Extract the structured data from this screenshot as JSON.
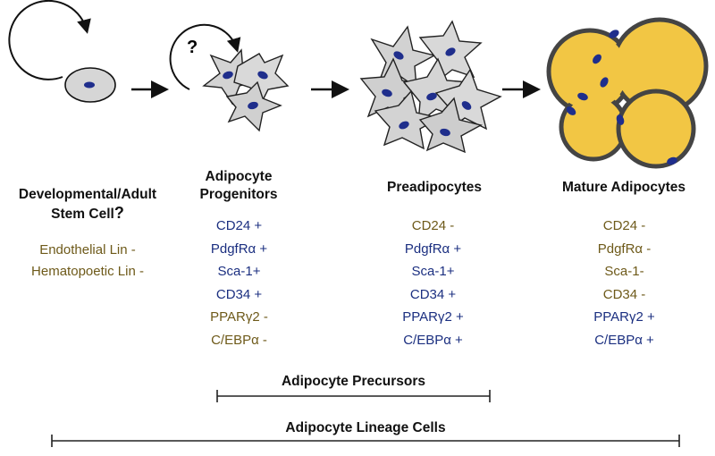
{
  "stages": [
    {
      "title": "Developmental/Adult\nStem Cell",
      "qmark": "?"
    },
    {
      "title": "Adipocyte\nProgenitors",
      "qmark": "?"
    },
    {
      "title": "Preadipocytes"
    },
    {
      "title": "Mature Adipocytes"
    }
  ],
  "stem_lineage": [
    "Endothelial Lin -",
    "Hematopoetic Lin -"
  ],
  "markers": {
    "progenitors": [
      {
        "text": "CD24 +",
        "state": "positive"
      },
      {
        "text": "PdgfRα +",
        "state": "positive"
      },
      {
        "text": "Sca-1+",
        "state": "positive"
      },
      {
        "text": "CD34 +",
        "state": "positive"
      },
      {
        "text": "PPARγ2 -",
        "state": "negative"
      },
      {
        "text": "C/EBPα -",
        "state": "negative"
      }
    ],
    "preadipocytes": [
      {
        "text": "CD24 -",
        "state": "negative"
      },
      {
        "text": "PdgfRα +",
        "state": "positive"
      },
      {
        "text": "Sca-1+",
        "state": "positive"
      },
      {
        "text": "CD34 +",
        "state": "positive"
      },
      {
        "text": "PPARγ2 +",
        "state": "positive"
      },
      {
        "text": "C/EBPα +",
        "state": "positive"
      }
    ],
    "mature": [
      {
        "text": "CD24 -",
        "state": "negative"
      },
      {
        "text": "PdgfRα -",
        "state": "negative"
      },
      {
        "text": "Sca-1-",
        "state": "negative"
      },
      {
        "text": "CD34 -",
        "state": "negative"
      },
      {
        "text": "PPARγ2 +",
        "state": "positive"
      },
      {
        "text": "C/EBPα +",
        "state": "positive"
      }
    ]
  },
  "brackets": {
    "precursors": "Adipocyte Precursors",
    "lineage": "Adipocyte Lineage Cells"
  },
  "colors": {
    "positive": "#1b2f80",
    "negative": "#6e5a1a",
    "cell_fill": "#d6d6d6",
    "nucleus": "#1f2e8c",
    "fat": "#f2c644"
  }
}
